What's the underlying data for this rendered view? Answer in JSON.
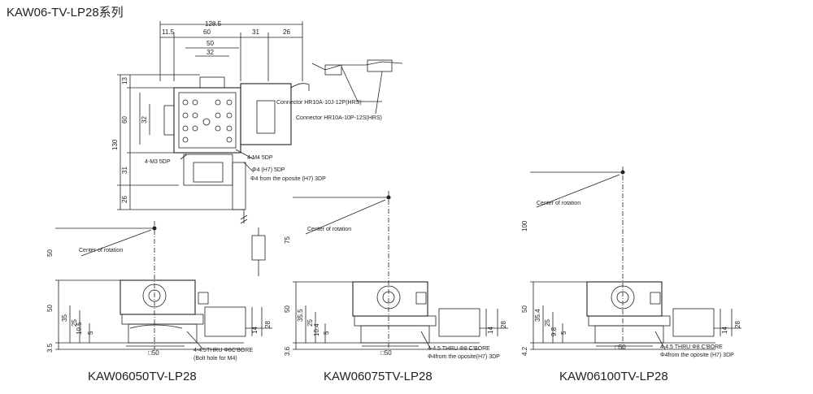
{
  "title": "KAW06-TV-LP28系列",
  "top_view": {
    "dims_h": [
      "128.5",
      "11.5",
      "60",
      "31",
      "26",
      "50",
      "32"
    ],
    "dims_v": [
      "13",
      "60",
      "32",
      "130",
      "31",
      "26"
    ],
    "notes": [
      "Connector HR10A-10J-12P(HRS)",
      "Connector HR10A-10P-12S(HRS)",
      "4-M4 5DP",
      "4-M3 5DP",
      "Φ4 (H7) 5DP",
      "Φ4 from the oposite (H7) 3DP"
    ]
  },
  "views": [
    {
      "model": "KAW06050TV-LP28",
      "center_label": "Center of rotation",
      "dims_v": [
        "50",
        "50",
        "35",
        "25",
        "10.5",
        "5",
        "3.5"
      ],
      "dims_right": [
        "14",
        "28"
      ],
      "bottom": "□50",
      "notes": [
        "4-4.5THRU Φ8C'BORE",
        "(Bolt hole for M4)"
      ]
    },
    {
      "model": "KAW06075TV-LP28",
      "center_label": "Center of rotation",
      "dims_v": [
        "75",
        "50",
        "35.5",
        "25",
        "10.4",
        "5",
        "3.6"
      ],
      "dims_right": [
        "14",
        "28"
      ],
      "bottom": "□50",
      "notes": [
        "4-4.5 THRU Φ8 C'BORE",
        "Φ4from the oposite(H7)  3DP"
      ]
    },
    {
      "model": "KAW06100TV-LP28",
      "center_label": "Center of rotation",
      "dims_v": [
        "100",
        "50",
        "35.4",
        "25",
        "9.8",
        "5",
        "4.2"
      ],
      "dims_right": [
        "14",
        "28"
      ],
      "bottom": "□50",
      "notes": [
        "4-4.5 THRU Φ8 C'BORE",
        "Φ4from the oposite (H7)  3DP"
      ]
    }
  ]
}
